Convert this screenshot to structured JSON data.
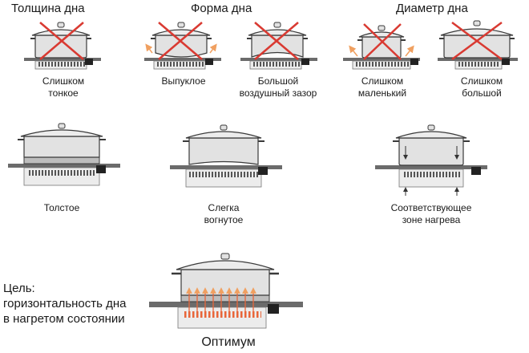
{
  "headers": {
    "thickness": "Толщина дна",
    "shape": "Форма  дна",
    "diameter": "Диаметр  дна"
  },
  "labels": {
    "too_thin": [
      "Слишком",
      "тонкое"
    ],
    "convex": [
      "Выпуклое"
    ],
    "air_gap": [
      "Большой",
      "воздушный зазор"
    ],
    "too_small": [
      "Слишком",
      "маленький"
    ],
    "too_big": [
      "Слишком",
      "большой"
    ],
    "thick": [
      "Толстое"
    ],
    "slightly_concave": [
      "Слегка",
      "вогнутое"
    ],
    "matching_zone": [
      "Соответствующее",
      "зоне нагрева"
    ]
  },
  "goal": [
    "Цель:",
    "горизонтальность дна",
    "в нагретом состоянии"
  ],
  "optimum": "Оптимум",
  "colors": {
    "pot_fill": "#e2e2e2",
    "pot_stroke": "#3a3a3a",
    "stove_plate": "#6b6b6b",
    "heater_fill": "#ececec",
    "cross": "#d93a32",
    "heat_arrows": "#f0a060",
    "hot_coil": "#e8663a"
  }
}
